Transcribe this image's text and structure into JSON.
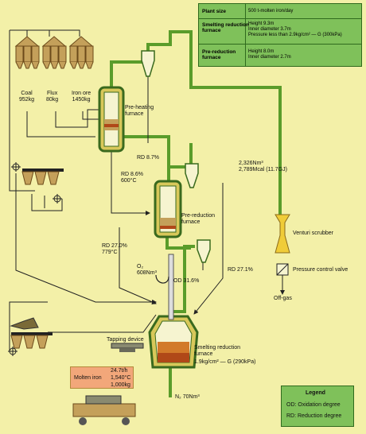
{
  "spec_table": {
    "rows": [
      {
        "key": "Plant size",
        "value": "500 t-molten iron/day"
      },
      {
        "key": "Smelting reduction\nfurnace",
        "value": "Height 9.3m\nInner diameter 3.7m\nPressure less than 2.9kg/cm² — G (300kPa)"
      },
      {
        "key": "Pre-reduction\nfurnace",
        "value": "Height 8.0m\nInner diameter 2.7m"
      }
    ]
  },
  "hoppers": {
    "coal": {
      "name": "Coal",
      "amount": "952kg"
    },
    "flux": {
      "name": "Flux",
      "amount": "80kg"
    },
    "iron_ore": {
      "name": "Iron ore",
      "amount": "1450kg"
    }
  },
  "units": {
    "preheating": "Pre-heating\nfurnace",
    "prereduction": "Pre-reduction\nfurnace",
    "smelting": "Smelting reduction\nfurnace",
    "smelting_pressure": "1.9kg/cm² — G (290kPa)",
    "venturi": "Venturi scrubber",
    "pcv": "Pressure control valve",
    "offgas": "Off-gas",
    "tapping": "Tapping device"
  },
  "flows": {
    "rd_87": "RD 8.7%",
    "rd_86": "RD 8.6%",
    "t_600": "600°C",
    "rd_270": "RD 27.0%",
    "t_779": "779°C",
    "rd_271": "RD 27.1%",
    "od_316": "OD 31.6%",
    "o2": "O₂",
    "o2_vol": "608Nm³",
    "gas_vol": "2,326Nm³",
    "gas_energy": "2,789Mcal (11.7GJ)",
    "n2": "N₂ 70Nm³"
  },
  "molten_iron": {
    "label": "Molten iron",
    "rate": "24.7t/h",
    "temp": "1,540°C",
    "mass": "1,000kg"
  },
  "legend": {
    "title": "Legend",
    "items": [
      "OD: Oxidation degree",
      "RD: Reduction degree"
    ]
  },
  "colors": {
    "background": "#f3f0a8",
    "gas_pipe": "#5a9c2a",
    "vessel": "#d8c85a",
    "vessel_edge": "#3a6a1e",
    "cylinder": "#c4a05a",
    "molten": "#d27a2a",
    "brick": "#b04818",
    "venturi": "#f0cc38",
    "table_bg": "#7fc15a"
  }
}
